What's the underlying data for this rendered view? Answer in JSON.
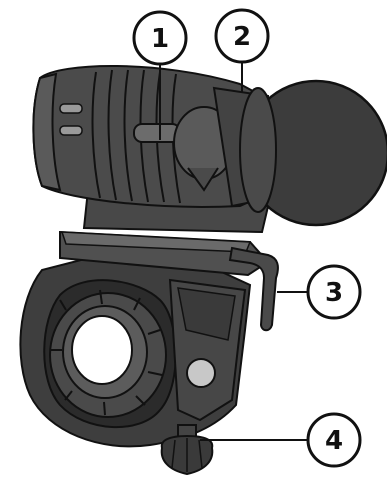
{
  "figure": {
    "subject": "bicycle-light-with-handlebar-mount",
    "colors": {
      "body_dark": "#3c3c3c",
      "body_mid": "#555555",
      "body_light": "#707070",
      "outline": "#111111",
      "background": "#ffffff",
      "screw_button": "#c8c8c8"
    }
  },
  "callouts": [
    {
      "id": 1,
      "label": "1",
      "part_icon": "power-button-icon"
    },
    {
      "id": 2,
      "label": "2",
      "part_icon": "lamp-head-icon"
    },
    {
      "id": 3,
      "label": "3",
      "part_icon": "release-lever-icon"
    },
    {
      "id": 4,
      "label": "4",
      "part_icon": "clamp-screw-icon"
    }
  ]
}
